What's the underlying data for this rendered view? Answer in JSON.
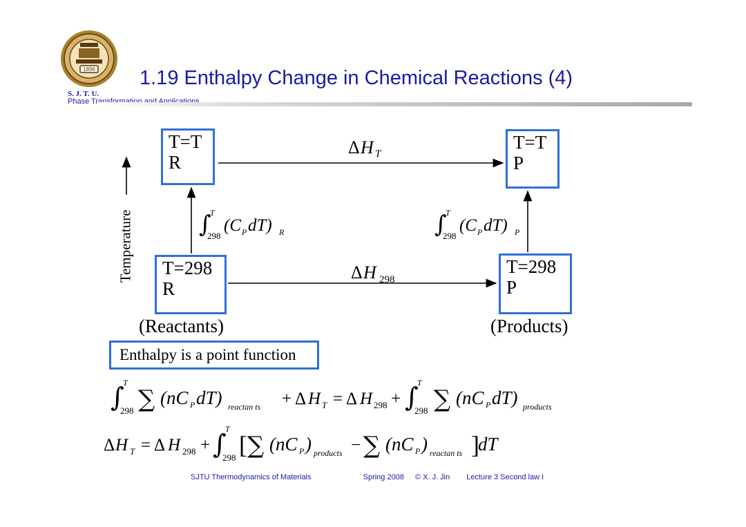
{
  "header": {
    "title": "1.19 Enthalpy Change in Chemical Reactions (4)",
    "logo_text": "S. J. T. U.",
    "subtitle": "Phase Transformation and Applications",
    "logo_year": "1896"
  },
  "diagram": {
    "box_tr": [
      "T=T",
      "R"
    ],
    "box_tp": [
      "T=T",
      "P"
    ],
    "box_298r": [
      "T=298",
      "R"
    ],
    "box_298p": [
      "T=298",
      "P"
    ],
    "caption_reactants": "(Reactants)",
    "caption_products": "(Products)",
    "axis_label": "Temperature",
    "top_arrow": {
      "delta": "Δ",
      "var": "H",
      "sub": "T"
    },
    "bottom_arrow": {
      "delta": "Δ",
      "var": "H",
      "sub": "298"
    },
    "left_integral": {
      "lower": "298",
      "upper": "T",
      "body": "(C",
      "subp": "P",
      "body2": "dT)",
      "sub": "R"
    },
    "right_integral": {
      "lower": "298",
      "upper": "T",
      "body": "(C",
      "subp": "P",
      "body2": "dT)",
      "sub": "P"
    }
  },
  "note": "Enthalpy is a point function",
  "equations": {
    "eq1": {
      "lower": "298",
      "upper": "T",
      "sub_reactants": "reactan ts",
      "sub_products": "products",
      "sub_298": "298",
      "sub_T": "T"
    },
    "eq2": {
      "lower": "298",
      "upper": "T",
      "sub_products": "products",
      "sub_reactants": "reactan ts",
      "sub_298": "298",
      "sub_T": "T"
    }
  },
  "footer": {
    "course": "SJTU Thermodynamics of Materials",
    "term": "Spring 2008",
    "author": "© X. J. Jin",
    "lecture": "Lecture 3 Second law I"
  },
  "colors": {
    "accent": "#2f6fd6",
    "title": "#1a1aa6"
  }
}
